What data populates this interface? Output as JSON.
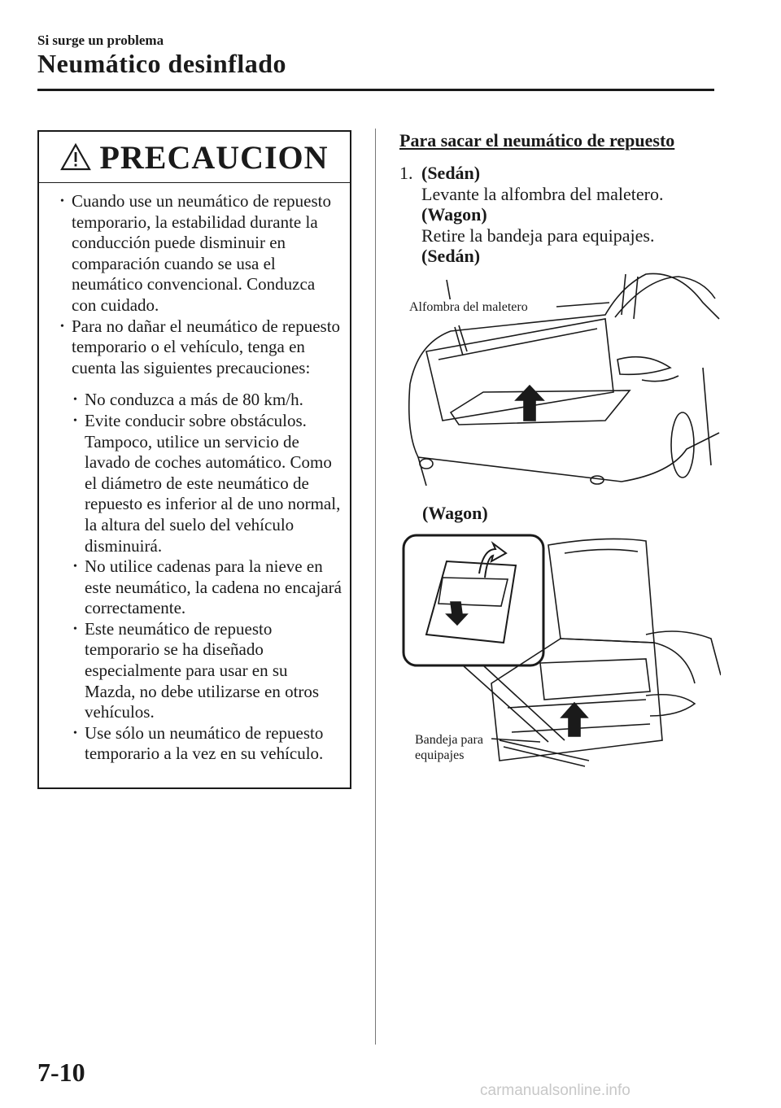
{
  "header": {
    "section": "Si surge un problema",
    "title": "Neumático desinflado"
  },
  "caution": {
    "icon": "warning-triangle-icon",
    "title": "PRECAUCION",
    "bullets": [
      "Cuando use un neumático de repuesto temporario, la estabilidad durante la conducción puede disminuir en comparación cuando se usa el neumático convencional. Conduzca con cuidado.",
      "Para no dañar el neumático de repuesto temporario o el vehículo, tenga en cuenta las siguientes precauciones:"
    ],
    "sub_bullets": [
      "No conduzca a más de 80 km/h.",
      "Evite conducir sobre obstáculos. Tampoco, utilice un servicio de lavado de coches automático. Como el diámetro de este neumático de repuesto es inferior al de uno normal, la altura del suelo del vehículo disminuirá.",
      "No utilice cadenas para la nieve en este neumático, la cadena no encajará correctamente.",
      "Este neumático de repuesto temporario se ha diseñado especialmente para usar en su Mazda, no debe utilizarse en otros vehículos.",
      "Use sólo un neumático de repuesto temporario a la vez en su vehículo."
    ]
  },
  "procedure": {
    "heading": "Para sacar el neumático de repuesto",
    "step1": {
      "number": "1.",
      "sedan_label": "(Sedán)",
      "sedan_text": "Levante la alfombra del maletero.",
      "wagon_label": "(Wagon)",
      "wagon_text": "Retire la bandeja para equipajes.",
      "sedan_figure_label": "(Sedán)"
    },
    "wagon_figure_label": "(Wagon)",
    "callouts": {
      "sedan": "Alfombra del maletero",
      "wagon_line1": "Bandeja para",
      "wagon_line2": "equipajes"
    }
  },
  "footer": {
    "page_number": "7-10",
    "watermark": "carmanualsonline.info"
  }
}
